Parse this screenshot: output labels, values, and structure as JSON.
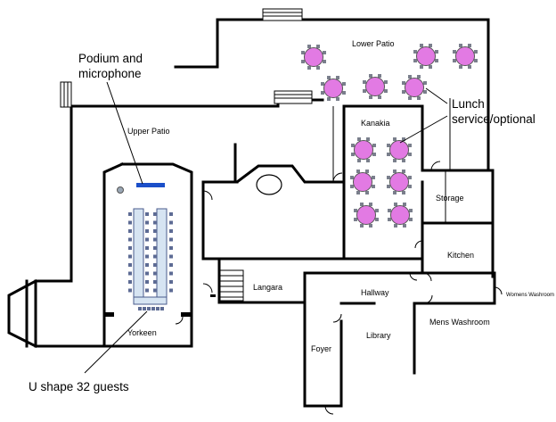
{
  "rooms": {
    "lower_patio": "Lower Patio",
    "upper_patio": "Upper Patio",
    "kanakia": "Kanakia",
    "storage": "Storage",
    "kitchen": "Kitchen",
    "langara": "Langara",
    "hallway": "Hallway",
    "yorkeen": "Yorkeen",
    "foyer": "Foyer",
    "library": "Library",
    "mens_washroom": "Mens Washroom",
    "womens_washroom": "Womens Washroom"
  },
  "callouts": {
    "podium_line1": "Podium and",
    "podium_line2": "microphone",
    "lunch_line1": "Lunch",
    "lunch_line2": "service/optional",
    "ushape": "U shape 32 guests"
  },
  "colors": {
    "round_table": "#e27ae3",
    "podium": "#1b4fc9",
    "u_table": "#d6e4f2"
  }
}
